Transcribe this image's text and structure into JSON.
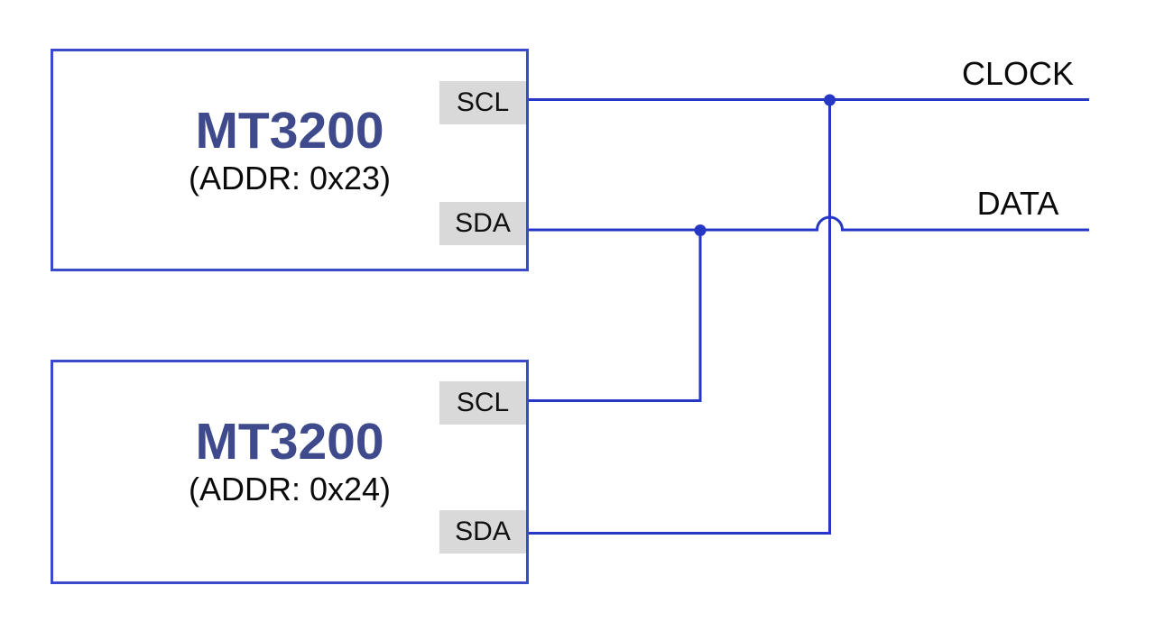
{
  "devices": [
    {
      "name": "MT3200",
      "address": "(ADDR: 0x23)",
      "pins": {
        "scl": "SCL",
        "sda": "SDA"
      }
    },
    {
      "name": "MT3200",
      "address": "(ADDR: 0x24)",
      "pins": {
        "scl": "SCL",
        "sda": "SDA"
      }
    }
  ],
  "buses": {
    "clock": "CLOCK",
    "data": "DATA"
  },
  "colors": {
    "wire": "#2737c5",
    "box_border": "#3a4ac8",
    "device_name": "#3e4a8c",
    "pin_background": "#d9d9d9",
    "label_text": "#0a0a0a",
    "background": "#ffffff"
  }
}
